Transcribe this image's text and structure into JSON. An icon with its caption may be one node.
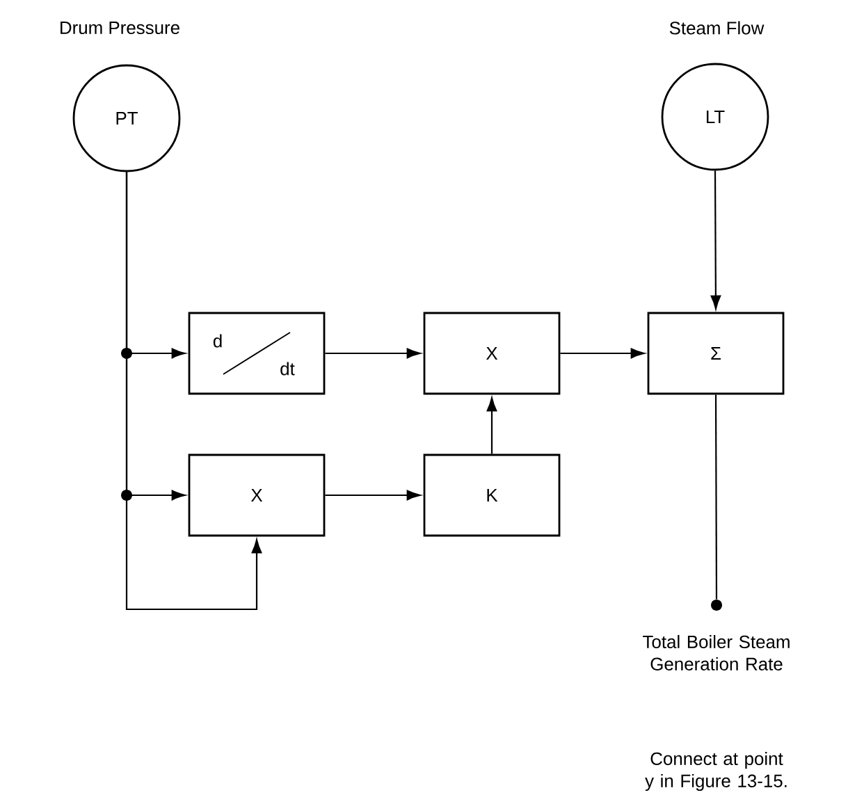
{
  "diagram": {
    "nodes": [
      {
        "text": [
          "PT"
        ],
        "beside": [
          "Drum Pressure"
        ]
      },
      {
        "text": [
          "LT"
        ],
        "beside": [
          "Steam Flow"
        ]
      },
      {
        "text": [
          "d",
          "dt"
        ]
      },
      {
        "text": [
          "X"
        ]
      },
      {
        "text": [
          "Σ"
        ]
      },
      {
        "text": [
          "X"
        ]
      },
      {
        "text": [
          "K"
        ]
      },
      {
        "text": [],
        "shape": "circle",
        "beside": [
          "Total Boiler Steam Generation Rate"
        ]
      }
    ],
    "edges": [
      {
        "from": 0,
        "to": 2,
        "arrow": "to"
      },
      {
        "from": 0,
        "to": 5,
        "arrow": "to"
      },
      {
        "from": 0,
        "to": 5,
        "arrow": "to"
      },
      {
        "from": 2,
        "to": 3,
        "arrow": "to"
      },
      {
        "from": 3,
        "to": 4,
        "arrow": "to"
      },
      {
        "from": 1,
        "to": 4,
        "arrow": "to"
      },
      {
        "from": 5,
        "to": 6,
        "arrow": "to"
      },
      {
        "from": 6,
        "to": 3,
        "arrow": "to"
      },
      {
        "from": 4,
        "to": 7,
        "arrow": "none"
      }
    ],
    "labels": [
      "Connect at point y in Figure 13-15."
    ]
  }
}
